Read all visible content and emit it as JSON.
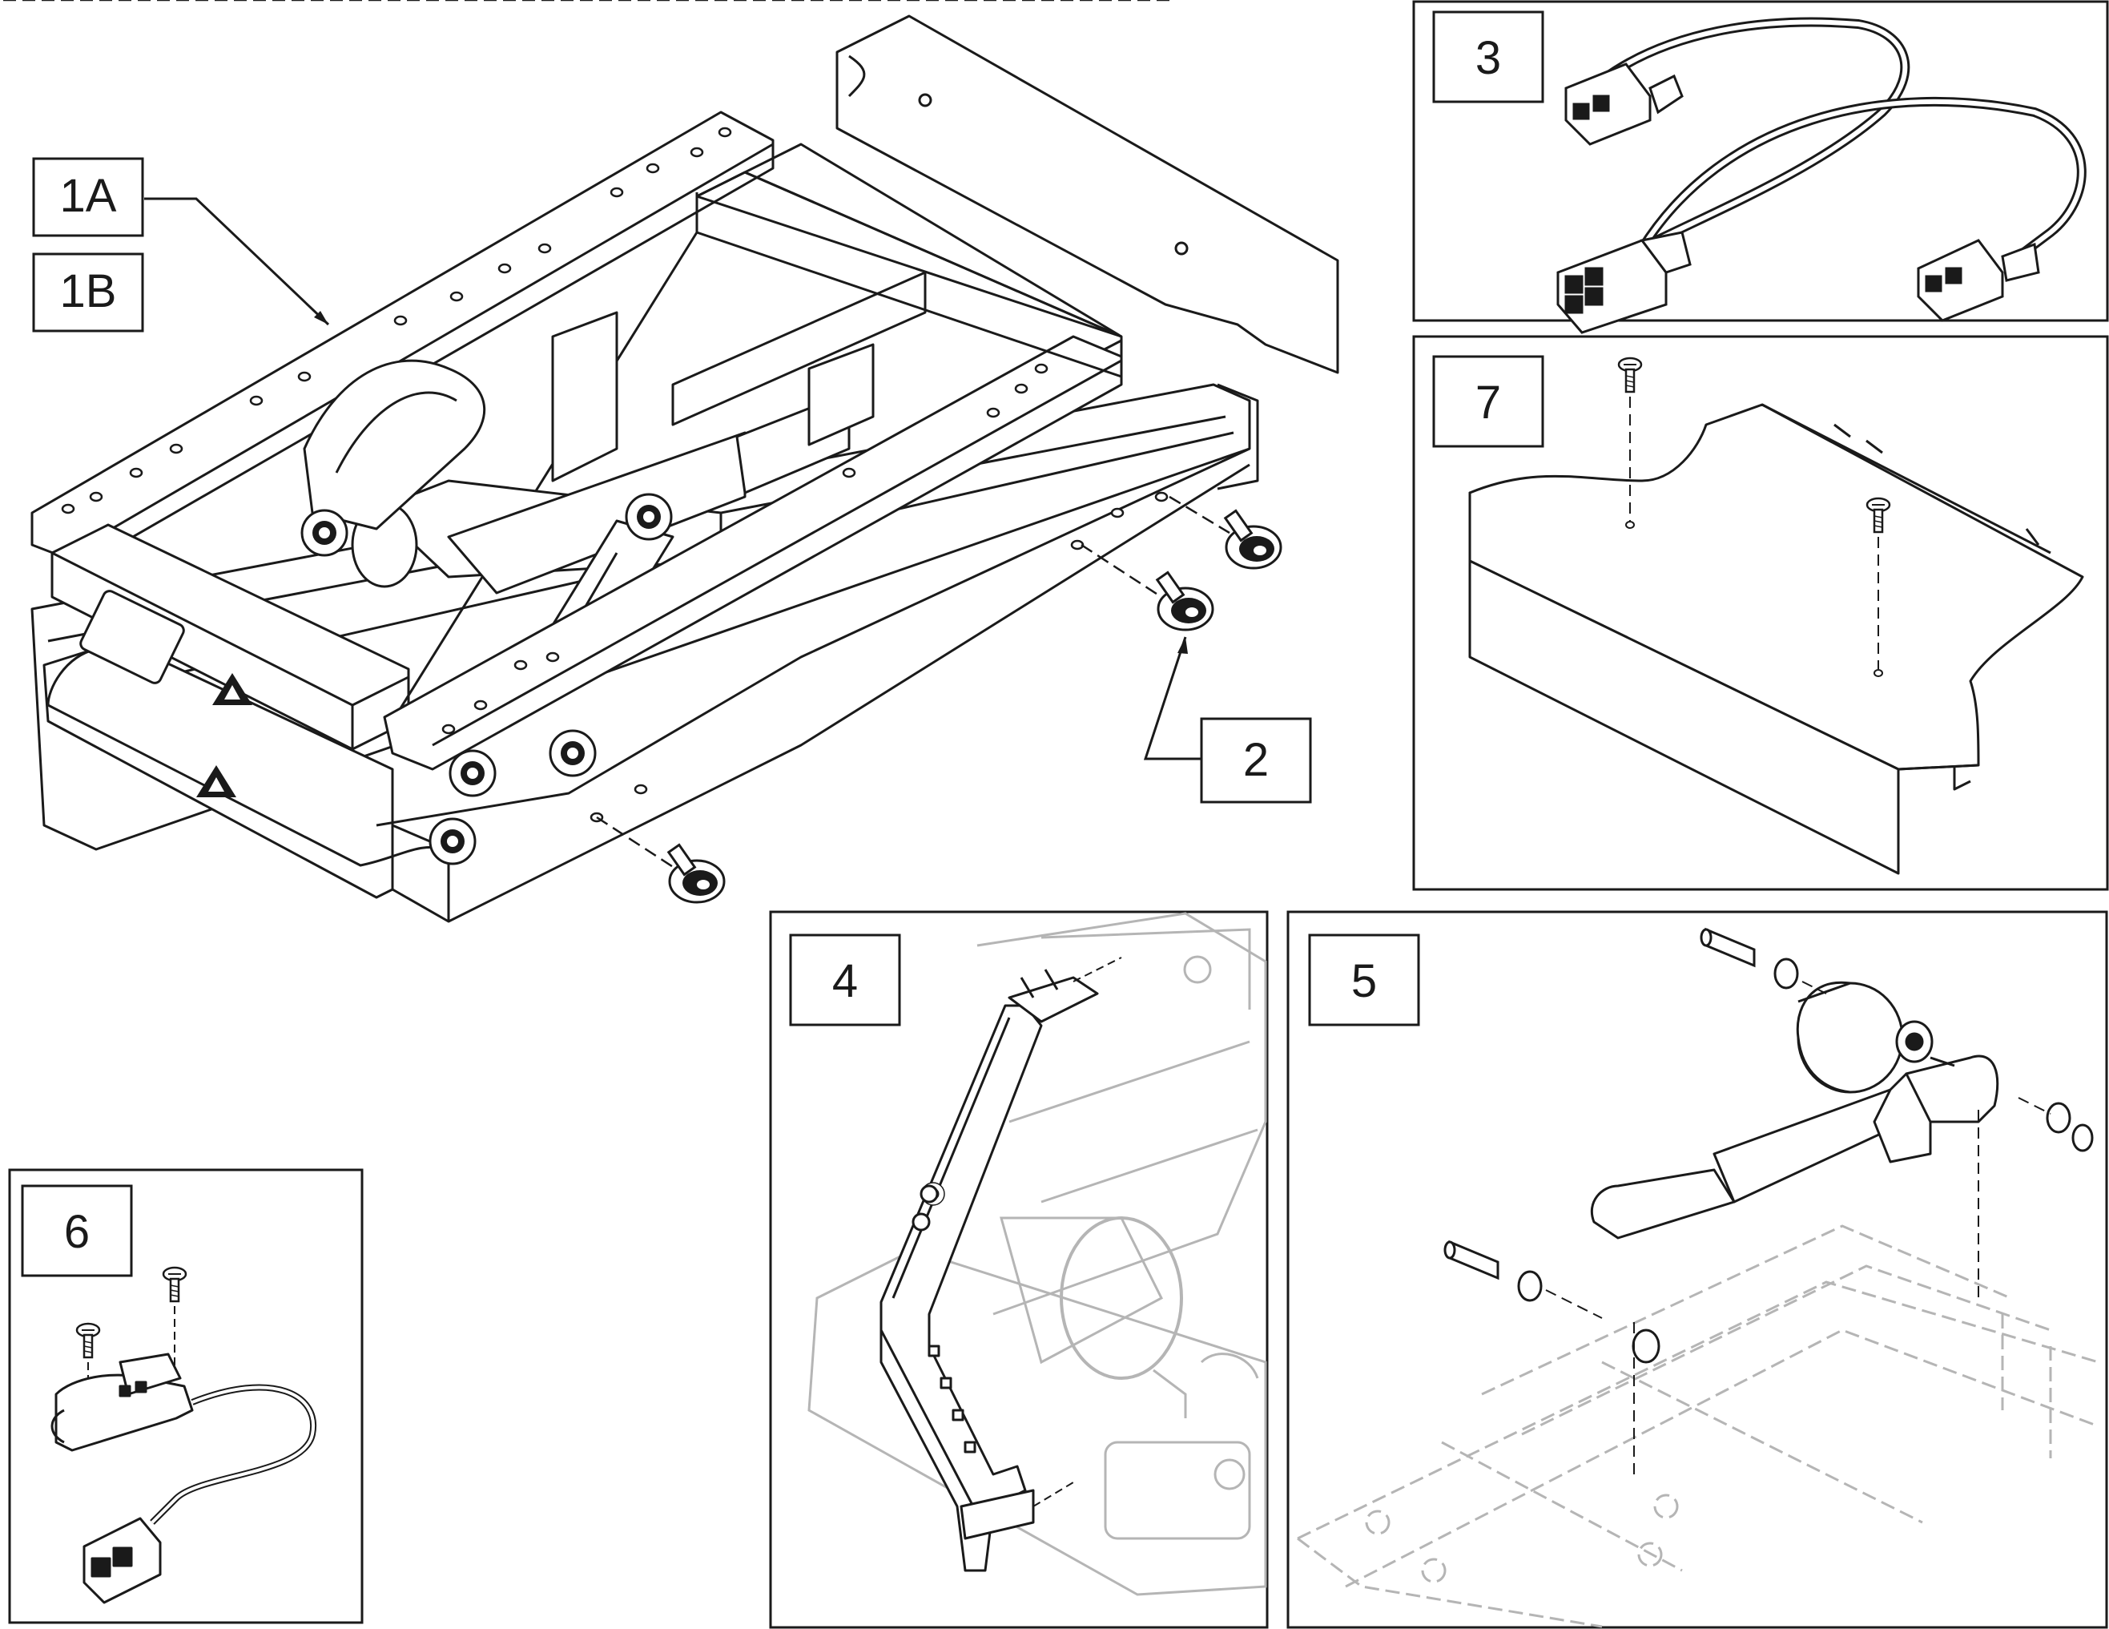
{
  "labels": {
    "1A": "1A",
    "1B": "1B",
    "2": "2",
    "3": "3",
    "4": "4",
    "5": "5",
    "6": "6",
    "7": "7"
  },
  "colors": {
    "line": "#1a1a1a",
    "ghost": "#b5b5b5",
    "background": "#ffffff"
  },
  "icons": {
    "warning": "hazard-triangle-icon",
    "screw": "button-head-screw-icon",
    "connector": "electrical-connector-icon"
  }
}
